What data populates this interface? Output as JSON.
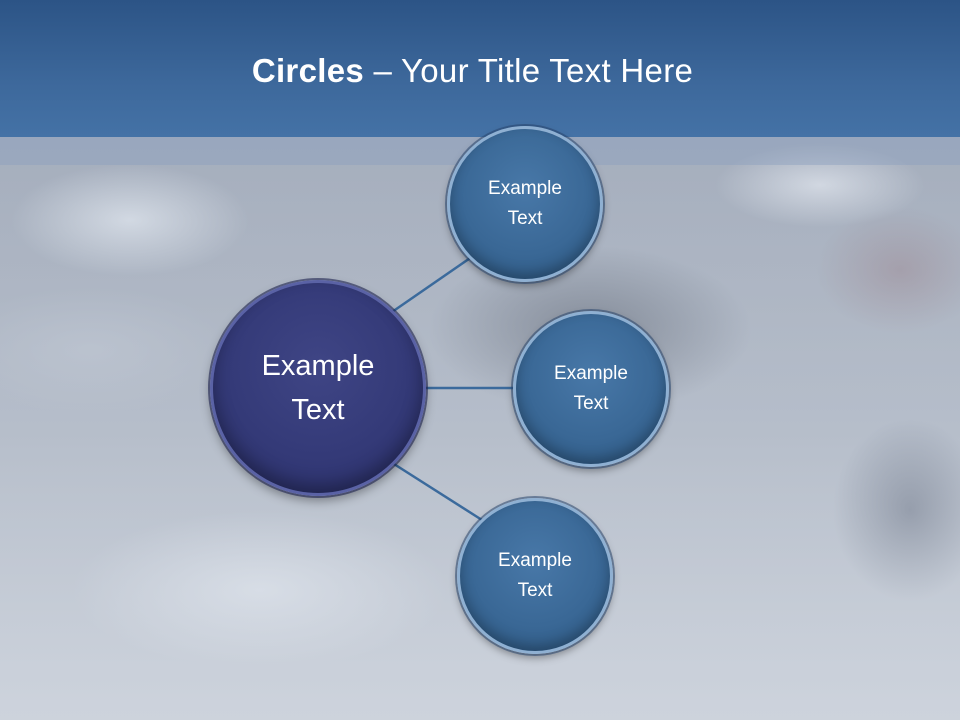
{
  "slide": {
    "title_bold": "Circles",
    "title_rest": " – Your Title Text Here"
  },
  "center": {
    "text": "Example\nText",
    "color": "#343a78"
  },
  "satellites": [
    {
      "text": "Example\nText"
    },
    {
      "text": "Example\nText"
    },
    {
      "text": "Example\nText"
    }
  ],
  "colors": {
    "header": "#3d689b",
    "satellite_fill": "#3a6896",
    "connector": "#3b6a9c"
  }
}
